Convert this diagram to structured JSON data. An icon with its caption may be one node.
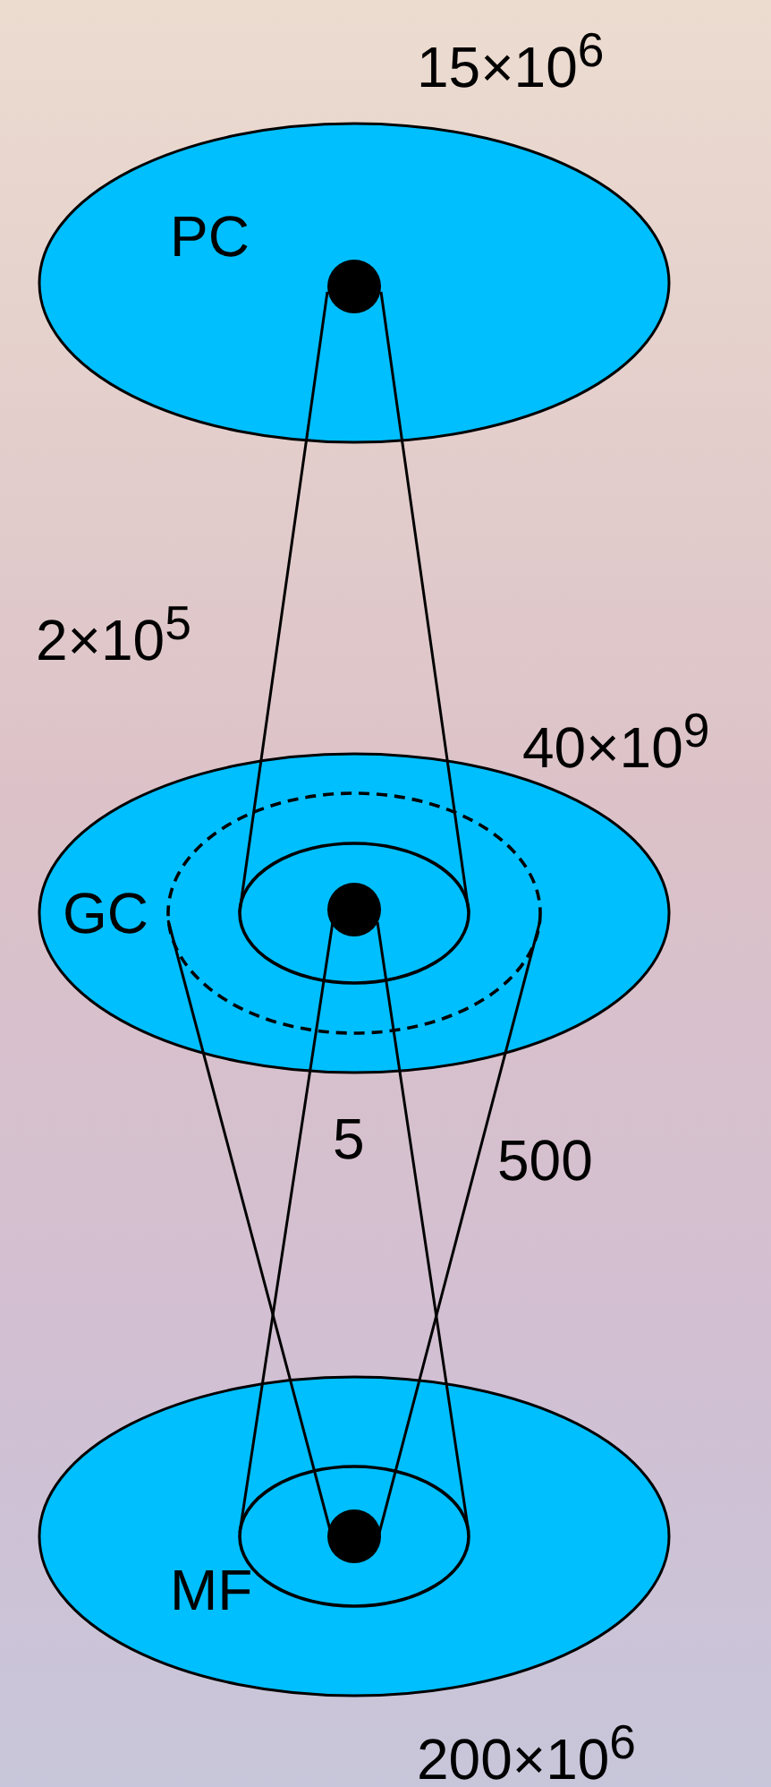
{
  "diagram": {
    "nodes": [
      {
        "text": [
          "PC"
        ],
        "beside": [
          "15×10$^{6}$"
        ]
      },
      {
        "text": [],
        "shape": "circle",
        "in": 0
      },
      {
        "text": [
          "GC"
        ],
        "beside": [
          "40×10$^{9}$"
        ]
      },
      {
        "text": [],
        "shape": "circle",
        "in": 2
      },
      {
        "text": [],
        "shape": "circle",
        "in": 3
      },
      {
        "text": [],
        "shape": "circle",
        "in": 4
      },
      {
        "text": [
          "MF"
        ],
        "beside": [
          "200×10$^{6}$"
        ]
      },
      {
        "text": [],
        "shape": "circle",
        "in": 6
      },
      {
        "text": [],
        "shape": "circle",
        "in": 7
      }
    ],
    "edges": [
      {
        "from": 1,
        "to": 4,
        "arrow": "none"
      },
      {
        "from": 1,
        "to": 4,
        "arrow": "none"
      },
      {
        "from": 5,
        "to": 7,
        "arrow": "none"
      },
      {
        "from": 5,
        "to": 7,
        "arrow": "none"
      },
      {
        "from": 3,
        "to": 8,
        "arrow": "none"
      },
      {
        "from": 3,
        "to": 8,
        "arrow": "none"
      }
    ],
    "labels": [
      "2×10$^{5}$",
      "5",
      "500"
    ]
  }
}
